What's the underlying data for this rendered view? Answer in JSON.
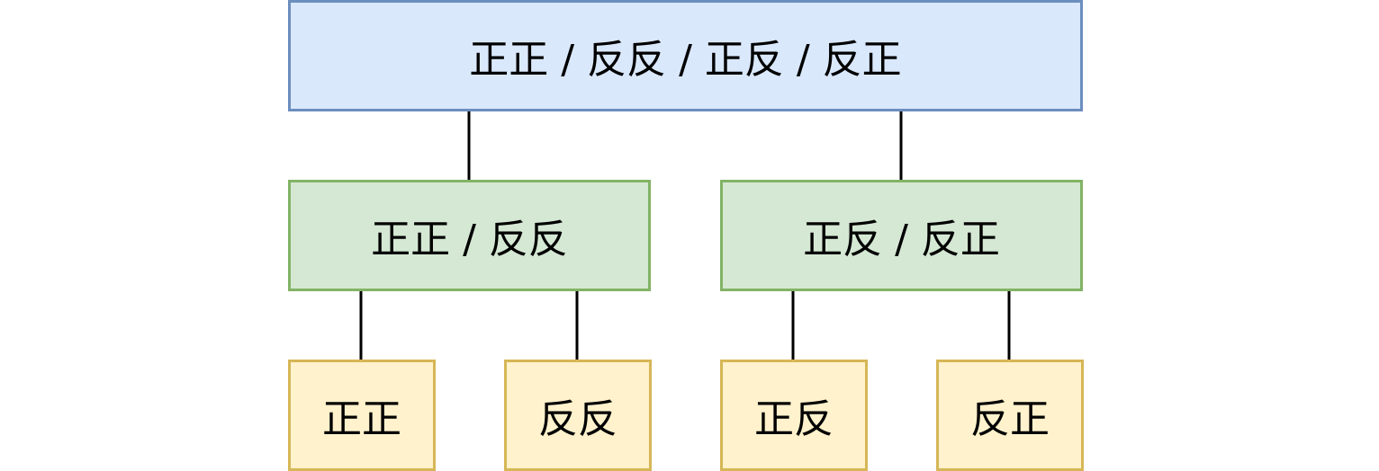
{
  "tree": {
    "root": {
      "label": "正正 / 反反 / 正反 / 反正",
      "fill": "#dae8fc",
      "stroke": "#6c8ebf"
    },
    "middle": [
      {
        "label": "正正 / 反反",
        "fill": "#d5e8d4",
        "stroke": "#82b366"
      },
      {
        "label": "正反 / 反正",
        "fill": "#d5e8d4",
        "stroke": "#82b366"
      }
    ],
    "leaves": [
      {
        "label": "正正",
        "fill": "#fff2cc",
        "stroke": "#d6b656"
      },
      {
        "label": "反反",
        "fill": "#fff2cc",
        "stroke": "#d6b656"
      },
      {
        "label": "正反",
        "fill": "#fff2cc",
        "stroke": "#d6b656"
      },
      {
        "label": "反正",
        "fill": "#fff2cc",
        "stroke": "#d6b656"
      }
    ],
    "edge_color": "#000000"
  }
}
